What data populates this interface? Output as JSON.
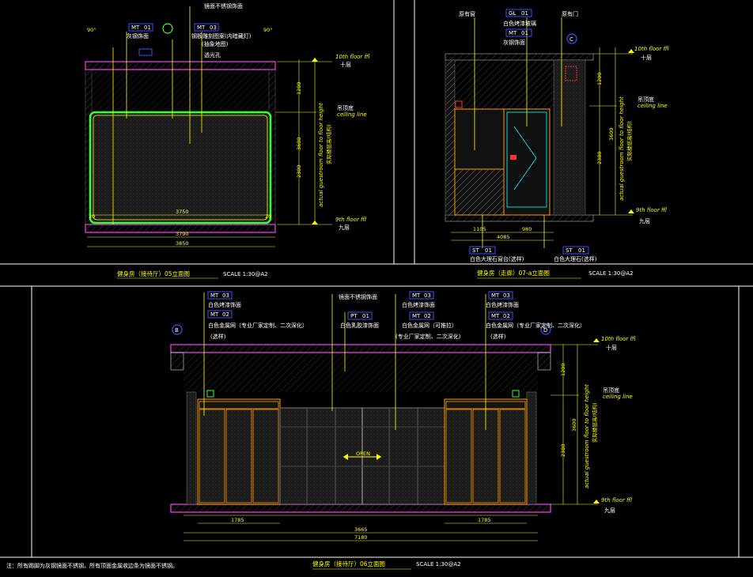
{
  "elevation_1": {
    "title": "健身房（接待厅）05立面图",
    "scale": "SCALE 1:30@A2",
    "tags": [
      {
        "code": "MT",
        "num": "01",
        "desc": "灰钢饰面"
      },
      {
        "code": "MT",
        "num": "03",
        "desc": "钢板雕刻图案(内暗藏灯)"
      }
    ],
    "notes": [
      "镜面不锈钢饰面",
      "(抽象地图)",
      "透光孔"
    ],
    "angles": [
      "90°",
      "90°"
    ],
    "levels": {
      "top": "10th floor ffl",
      "top_cn": "十层",
      "ceiling": "吊顶底",
      "ceiling_en": "ceiling line",
      "bottom": "9th floor ffl",
      "bottom_cn": "九层"
    },
    "vertical_text": "actual guestroom floor to floor height",
    "vertical_text_cn": "实际楼层高(结构)",
    "dims": {
      "top_v": "1200",
      "mid_v": "3600",
      "low_v": "2300",
      "inner_w": "3750",
      "w1": "3790",
      "w2": "3850",
      "left_mark": "20",
      "right_mark": "20"
    }
  },
  "elevation_2": {
    "title": "健身房（走廊）07-a立面图",
    "scale": "SCALE 1:30@A2",
    "tags_top": [
      {
        "code": "GL",
        "num": "01",
        "desc": "白色烤漆玻璃"
      },
      {
        "code": "MT",
        "num": "01",
        "desc": "灰钢饰面"
      }
    ],
    "notes_top": [
      "原有窗",
      "原有门"
    ],
    "tags_bottom": [
      {
        "code": "ST",
        "num": "01",
        "desc": "白色大理石窗台(选样)"
      },
      {
        "code": "ST",
        "num": "01",
        "desc": "白色大理石(选样)"
      }
    ],
    "marker": "C",
    "levels": {
      "top": "10th floor ffl",
      "top_cn": "十层",
      "ceiling": "吊顶底",
      "ceiling_en": "ceiling line",
      "bottom": "9th floor ffl",
      "bottom_cn": "九层"
    },
    "dims": {
      "w1": "1105",
      "w2": "980",
      "total": "4085",
      "v1": "1200",
      "v2": "3600",
      "v3": "2380"
    }
  },
  "elevation_3": {
    "title": "健身房（接待厅）06立面图",
    "scale": "SCALE 1:30@A2",
    "tags": [
      {
        "code": "MT",
        "num": "03",
        "desc": "白色烤漆饰面"
      },
      {
        "code": "MT",
        "num": "02",
        "desc": "白色金属网（专业厂家定制、二次深化）"
      },
      {
        "code": "PT",
        "num": "01",
        "desc": "白色乳胶漆饰面"
      },
      {
        "code": "MT",
        "num": "03",
        "desc": "白色烤漆饰面"
      },
      {
        "code": "MT",
        "num": "02",
        "desc": "白色金属网（可推拉）"
      },
      {
        "code": "MT",
        "num": "03",
        "desc": "白色烤漆饰面"
      },
      {
        "code": "MT",
        "num": "02",
        "desc": "白色金属网（专业厂家定制、二次深化）"
      }
    ],
    "notes": [
      "镜面不锈钢饰面",
      "(选样)",
      "(专业厂家定制、二次深化)",
      "(选样)"
    ],
    "markers": [
      "B",
      "D"
    ],
    "open_label": "OPEN",
    "levels": {
      "top": "10th floor ffl",
      "top_cn": "十层",
      "ceiling": "吊顶底",
      "ceiling_en": "ceiling line",
      "bottom": "9th floor ffl",
      "bottom_cn": "九层"
    },
    "vertical_text": "actual guestroom floor to floor height",
    "vertical_text_cn": "实际楼层高(结构)",
    "dims": {
      "total": "7180",
      "mid": "3665",
      "left": "1785",
      "right": "1785",
      "v1": "1200",
      "v2": "3600",
      "v3": "2380"
    }
  },
  "footer_note": "注：所有踢脚为灰钢镜面不锈钢，所有顶面金属收边条为镜面不锈钢。",
  "colors": {
    "border": "#ffffff",
    "magenta": "#cc33cc",
    "yellow": "#ffff00",
    "green": "#33ff33",
    "orange": "#ff9900",
    "cyan": "#00ffff",
    "blue": "#3355ff"
  }
}
